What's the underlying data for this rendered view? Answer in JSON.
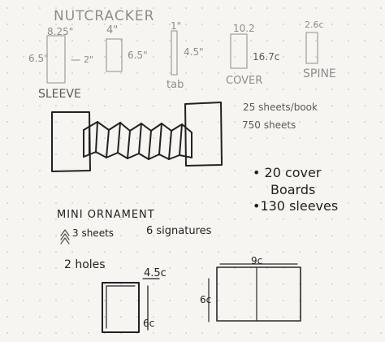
{
  "colors": {
    "paper": "#f6f5f1",
    "dot": "#c9c9c4",
    "ink": "#2a2a2a",
    "pencil_faint": "#9a9a9a"
  },
  "notes": {
    "title": "NUTCRACKER",
    "sleeve": {
      "width": "8.25\"",
      "height": "6.5\"",
      "label": "SLEEVE"
    },
    "tab": {
      "width": "4\"",
      "height_left": "2\"",
      "height_right": "6.5\"",
      "label": "tab"
    },
    "tab_small": {
      "width": "1\"",
      "height": "4.5\""
    },
    "cover": {
      "width": "10.2",
      "height": "16.7c",
      "label": "COVER"
    },
    "spine": {
      "width": "2.6c",
      "label": "SPINE"
    },
    "sheets_per_book": "25 sheets/book",
    "sheets_total": "750 sheets",
    "cover_boards": "• 20 cover",
    "cover_boards_2": "Boards",
    "sleeves_total": "•130 sleeves",
    "mini_ornament": "MINI ORNAMENT",
    "mini_sheets": "3 sheets",
    "mini_signatures": "6 signatures",
    "holes": "2 holes",
    "small_width": "4.5c",
    "small_height": "6c",
    "big_width": "9c",
    "big_height": "6c"
  }
}
